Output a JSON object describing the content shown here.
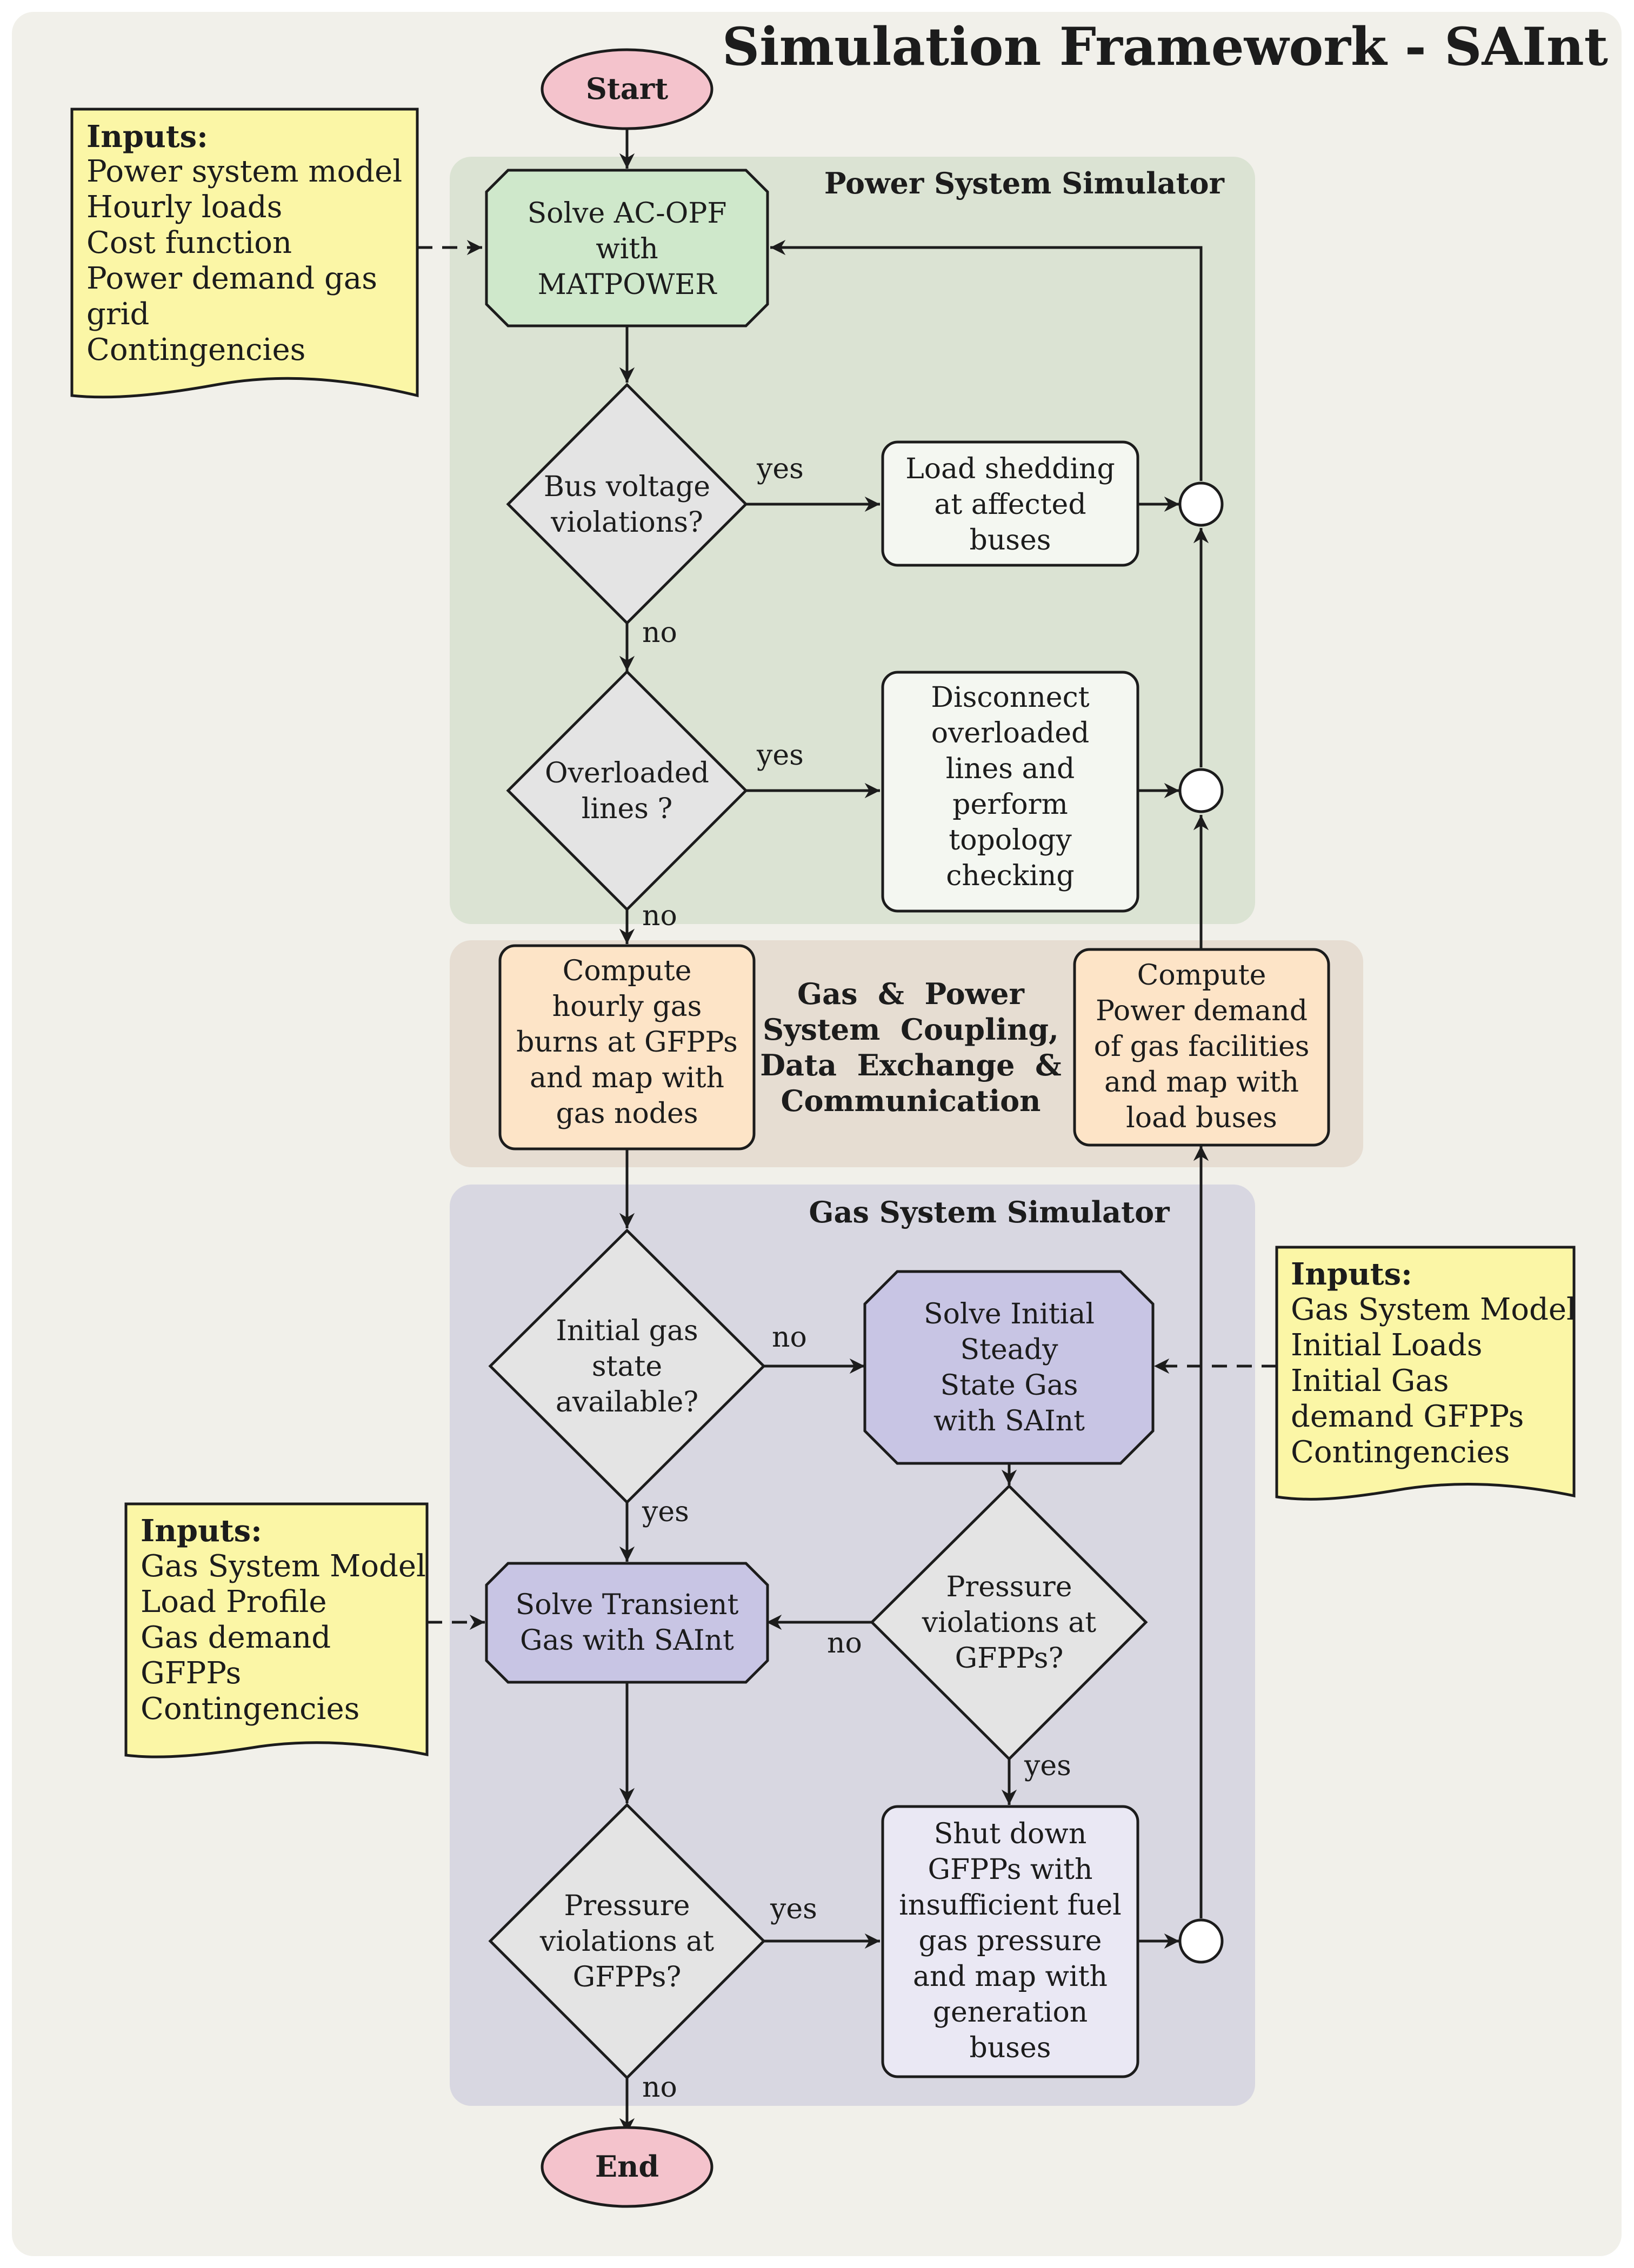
{
  "title": "Simulation Framework - SAInt",
  "regions": {
    "power": "Power System Simulator",
    "coupling": [
      "Gas  &  Power",
      "System  Coupling,",
      "Data  Exchange  &",
      "Communication"
    ],
    "gas": "Gas System Simulator"
  },
  "nodes": {
    "start": "Start",
    "end": "End",
    "acopf": [
      "Solve AC-OPF",
      "with",
      "MATPOWER"
    ],
    "bus_voltage": [
      "Bus voltage",
      "violations?"
    ],
    "load_shedding": [
      "Load shedding",
      "at affected",
      "buses"
    ],
    "overloaded": [
      "Overloaded",
      "lines ?"
    ],
    "disconnect": [
      "Disconnect",
      "overloaded",
      "lines and",
      "perform",
      "topology",
      "checking"
    ],
    "gas_burns": [
      "Compute",
      "hourly gas",
      "burns at GFPPs",
      "and map with",
      "gas nodes"
    ],
    "power_demand": [
      "Compute",
      "Power demand",
      "of gas facilities",
      "and map with",
      "load buses"
    ],
    "initial_gas": [
      "Initial gas",
      "state",
      "available?"
    ],
    "steady_state": [
      "Solve Initial",
      "Steady",
      "State Gas",
      "with SAInt"
    ],
    "pressure1": [
      "Pressure",
      "violations at",
      "GFPPs?"
    ],
    "transient": [
      "Solve Transient",
      "Gas with SAInt"
    ],
    "pressure2": [
      "Pressure",
      "violations at",
      "GFPPs?"
    ],
    "shutdown": [
      "Shut down",
      "GFPPs with",
      "insufficient fuel",
      "gas pressure",
      "and map with",
      "generation",
      "buses"
    ]
  },
  "inputs": {
    "power": {
      "heading": "Inputs:",
      "lines": [
        "Power system model",
        "Hourly loads",
        "Cost function",
        "Power demand gas",
        "grid",
        "Contingencies"
      ]
    },
    "gas_initial": {
      "heading": "Inputs:",
      "lines": [
        "Gas System Model",
        "Initial Loads",
        "Initial Gas",
        "demand GFPPs",
        "Contingencies"
      ]
    },
    "gas_transient": {
      "heading": "Inputs:",
      "lines": [
        "Gas System Model",
        "Load Profile",
        "Gas demand",
        "GFPPs",
        "Contingencies"
      ]
    }
  },
  "edge_labels": {
    "bus_yes": "yes",
    "bus_no": "no",
    "overload_yes": "yes",
    "overload_no": "no",
    "initial_no": "no",
    "initial_yes": "yes",
    "pressure1_no": "no",
    "pressure1_yes": "yes",
    "pressure2_yes": "yes",
    "pressure2_no": "no"
  },
  "colors": {
    "background": "#f1f0ea",
    "title": "#9b9873",
    "power_region": "#dbe3d3",
    "power_title": "#2e8b46",
    "coupling_region": "#e6ddd2",
    "coupling_title": "#9a6431",
    "gas_region": "#d8d7e1",
    "gas_title": "#2c2f8a",
    "terminal": "#f4c3cc",
    "acopf": "#cfe8cb",
    "decision": "#e4e4e4",
    "power_box": "#f4f7f1",
    "coupling_box": "#fde4c7",
    "gas_solver": "#c8c5e4",
    "gas_box": "#eae8f4",
    "inputs_note": "#fbf6a6"
  }
}
